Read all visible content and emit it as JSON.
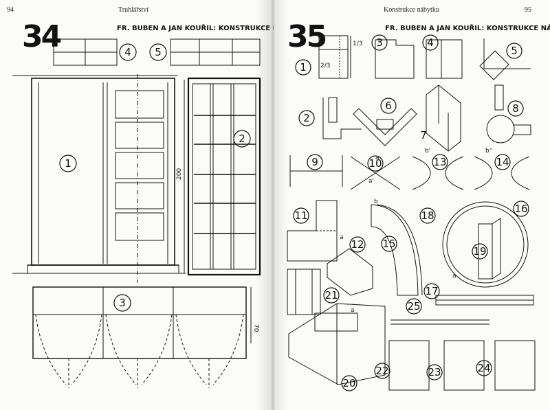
{
  "left_page": {
    "page_number": "94",
    "running_head": "Truhlářství",
    "plate_number": "34",
    "credit": "FR. BUBEN A JAN KOUŘIL: KONSTRUKCE NÁBYTKU",
    "labels": [
      "1",
      "2",
      "3",
      "4",
      "5"
    ],
    "dimensions": [
      "200",
      "70"
    ]
  },
  "right_page": {
    "page_number": "95",
    "running_head": "Konstrukce nábytku",
    "plate_number": "35",
    "credit": "FR. BUBEN A JAN KOUŘIL: KONSTRUKCE NÁBYTKU",
    "labels": [
      "1",
      "2",
      "3",
      "4",
      "5",
      "6",
      "7",
      "8",
      "9",
      "10",
      "11",
      "12",
      "13",
      "14",
      "15",
      "16",
      "17",
      "18",
      "19",
      "20",
      "21",
      "22",
      "23",
      "24",
      "25"
    ],
    "fractions": [
      "1/3",
      "2/3"
    ],
    "letters": [
      "a",
      "a'",
      "b'",
      "b''",
      "b",
      "a",
      "a",
      "a"
    ]
  }
}
